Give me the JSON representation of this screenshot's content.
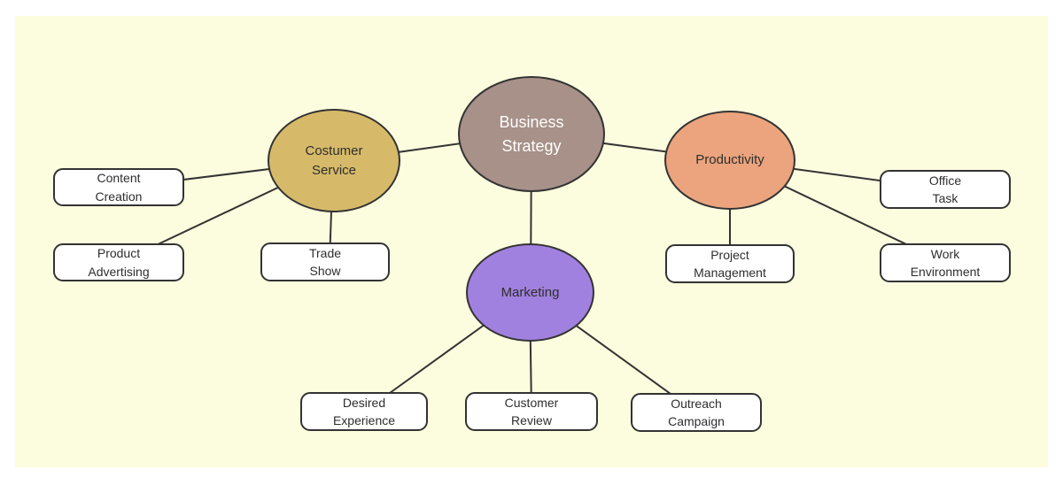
{
  "diagram": {
    "background_color": "#FCFCDE",
    "edge_color": "#333333",
    "leaf_fill": "#FFFFFF",
    "nodes": {
      "business_strategy": {
        "label": "Business\nStrategy",
        "fill": "#A79188",
        "text_color": "#FFFFFF"
      },
      "costumer_service": {
        "label": "Costumer\nService",
        "fill": "#D6BA69",
        "text_color": "#2E2E2E"
      },
      "productivity": {
        "label": "Productivity",
        "fill": "#EBA47D",
        "text_color": "#2E2E2E"
      },
      "marketing": {
        "label": "Marketing",
        "fill": "#A181DF",
        "text_color": "#2E2E2E"
      },
      "content_creation": {
        "label": "Content\nCreation"
      },
      "product_advertising": {
        "label": "Product\nAdvertising"
      },
      "trade_show": {
        "label": "Trade\nShow"
      },
      "project_management": {
        "label": "Project\nManagement"
      },
      "office_task": {
        "label": "Office\nTask"
      },
      "work_environment": {
        "label": "Work\nEnvironment"
      },
      "desired_experience": {
        "label": "Desired\nExperience"
      },
      "customer_review": {
        "label": "Customer\nReview"
      },
      "outreach_campaign": {
        "label": "Outreach\nCampaign"
      }
    },
    "edges": [
      {
        "from": "business_strategy",
        "to": "costumer_service"
      },
      {
        "from": "business_strategy",
        "to": "productivity"
      },
      {
        "from": "business_strategy",
        "to": "marketing"
      },
      {
        "from": "costumer_service",
        "to": "content_creation"
      },
      {
        "from": "costumer_service",
        "to": "product_advertising"
      },
      {
        "from": "costumer_service",
        "to": "trade_show"
      },
      {
        "from": "productivity",
        "to": "project_management"
      },
      {
        "from": "productivity",
        "to": "office_task"
      },
      {
        "from": "productivity",
        "to": "work_environment"
      },
      {
        "from": "marketing",
        "to": "desired_experience"
      },
      {
        "from": "marketing",
        "to": "customer_review"
      },
      {
        "from": "marketing",
        "to": "outreach_campaign"
      }
    ]
  }
}
